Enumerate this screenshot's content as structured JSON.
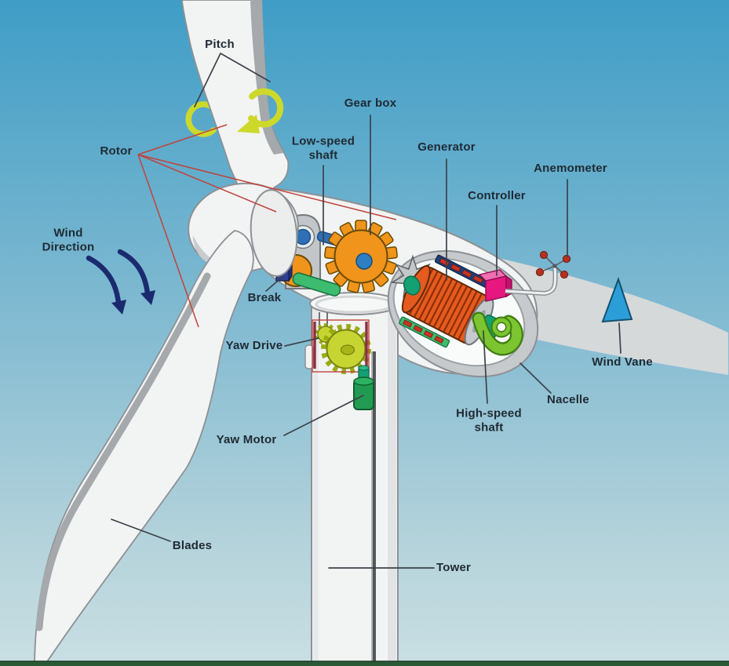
{
  "diagram": {
    "labels": {
      "pitch": "Pitch",
      "rotor": "Rotor",
      "gear_box": "Gear box",
      "low_speed_shaft": "Low-speed shaft",
      "generator": "Generator",
      "controller": "Controller",
      "anemometer": "Anemometer",
      "wind_direction": "Wind Direction",
      "brake": "Break",
      "yaw_drive": "Yaw Drive",
      "yaw_motor": "Yaw Motor",
      "high_speed_shaft": "High-speed shaft",
      "nacelle": "Nacelle",
      "wind_vane": "Wind Vane",
      "blades": "Blades",
      "tower": "Tower"
    },
    "colors": {
      "sky_top": "#3f9dc6",
      "sky_mid": "#85bcd2",
      "sky_bottom": "#c9dfe3",
      "ground": "#2b5a37",
      "structure_white": "#f2f3f3",
      "outline": "#8d9195",
      "label_text": "#1f2a33",
      "leader": "#3b424a",
      "pointer_red": "#c0443c",
      "pitch_arrow": "#ccd92b",
      "wind_arrow": "#1b2a6e",
      "shaft_blue": "#2f6fb5",
      "gear_orange": "#f0941c",
      "gear_hub_blue": "#2d7fc1",
      "brake_navy": "#2f3f94",
      "shaft_green": "#3dbb6e",
      "generator_orange": "#e65a1f",
      "generator_rib": "#8c2f05",
      "rail_navy": "#1d3f77",
      "rail_marks_red": "#cc3322",
      "controller_magenta": "#e6187f",
      "coupling_gray": "#c3c7ca",
      "coupling_teal": "#13a173",
      "hook_green": "#7cc530",
      "yaw_gear_yellow": "#c6d532",
      "yaw_motor_green": "#219b52",
      "anemometer_red": "#b5311f",
      "vane_blue": "#2b9ed8",
      "rear_blade_gray": "#d5d9da",
      "blade_stripe": "#a6a9ab"
    }
  }
}
